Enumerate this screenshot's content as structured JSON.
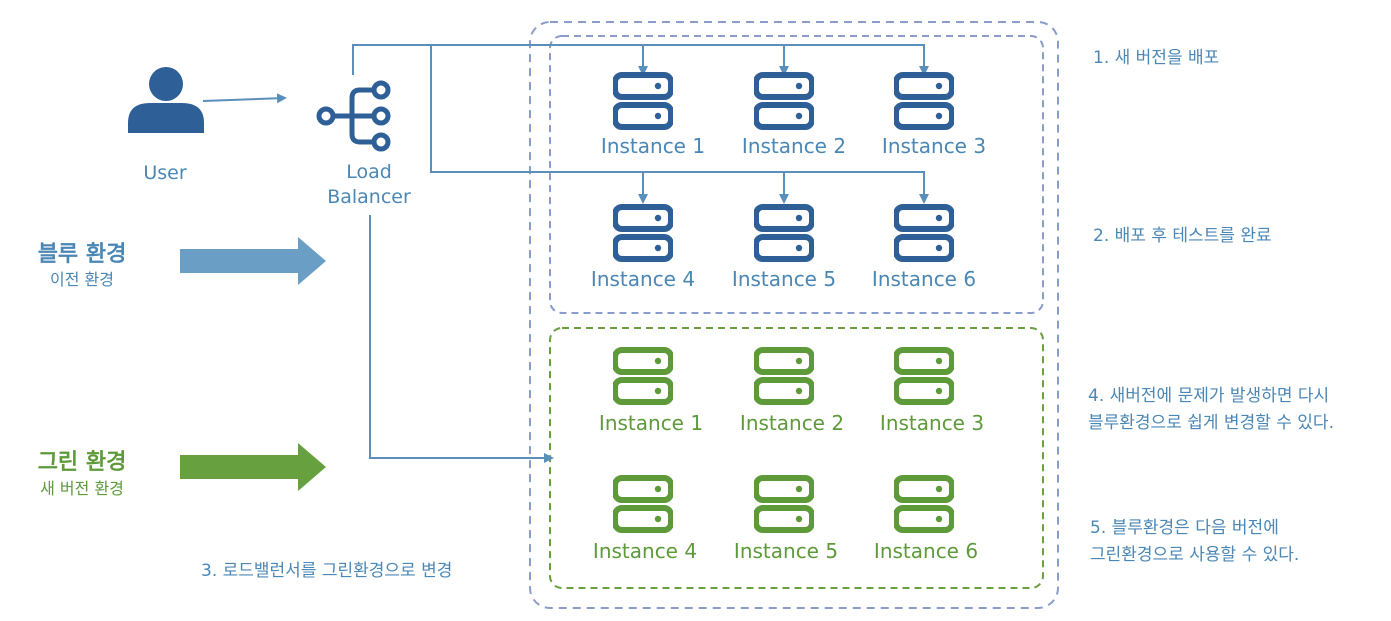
{
  "colors": {
    "blue": "#4b87b5",
    "dark_blue": "#2f5f97",
    "green": "#5e9a3a",
    "arrow_blue": "#6b9ec4",
    "arrow_green": "#67a13f",
    "outer_dash": "#8a9cc9"
  },
  "nodes": {
    "user": {
      "label": "User",
      "icon": "user-icon"
    },
    "load_balancer": {
      "label_line1": "Load",
      "label_line2": "Balancer",
      "icon": "load-balancer-icon"
    }
  },
  "environments": {
    "blue": {
      "title": "블루 환경",
      "subtitle": "이전 환경"
    },
    "green": {
      "title": "그린 환경",
      "subtitle": "새 버전 환경"
    }
  },
  "blue_instances": [
    "Instance 1",
    "Instance 2",
    "Instance 3",
    "Instance 4",
    "Instance 5",
    "Instance 6"
  ],
  "green_instances": [
    "Instance 1",
    "Instance 2",
    "Instance 3",
    "Instance 4",
    "Instance 5",
    "Instance 6"
  ],
  "notes": {
    "step1": "1. 새 버전을 배포",
    "step2": "2. 배포 후 테스트를 완료",
    "step3": "3. 로드밸런서를 그린환경으로 변경",
    "step4_line1": "4. 새버전에 문제가 발생하면 다시",
    "step4_line2": "블루환경으로 쉽게 변경할 수 있다.",
    "step5_line1": "5. 블루환경은 다음 버전에",
    "step5_line2": "그린환경으로 사용할 수 있다."
  }
}
